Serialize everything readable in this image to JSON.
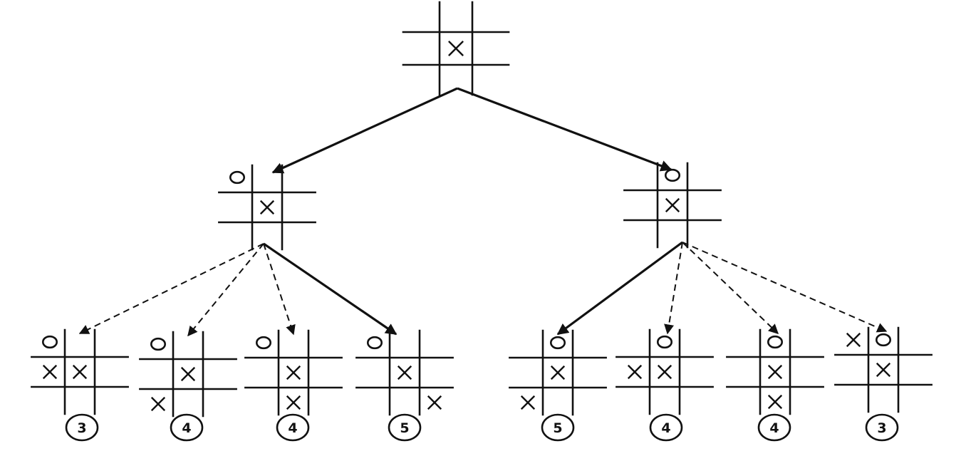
{
  "tree": {
    "root": {
      "board": [
        "",
        "",
        "",
        "",
        "X",
        "",
        "",
        "",
        ""
      ],
      "children": [
        {
          "board": [
            "O",
            "",
            "",
            "",
            "X",
            "",
            "",
            "",
            ""
          ],
          "children": [
            {
              "board": [
                "O",
                "",
                "",
                "X",
                "X",
                "",
                "",
                "",
                ""
              ],
              "score": "3",
              "edge": "dashed"
            },
            {
              "board": [
                "O",
                "",
                "",
                "",
                "X",
                "",
                "X",
                "",
                ""
              ],
              "score": "4",
              "edge": "dashed"
            },
            {
              "board": [
                "O",
                "",
                "",
                "",
                "X",
                "",
                "",
                "X",
                ""
              ],
              "score": "4",
              "edge": "dashed"
            },
            {
              "board": [
                "O",
                "",
                "",
                "",
                "X",
                "",
                "",
                "",
                "X"
              ],
              "score": "5",
              "edge": "solid"
            }
          ],
          "edge": "solid"
        },
        {
          "board": [
            "",
            "O",
            "",
            "",
            "X",
            "",
            "",
            "",
            ""
          ],
          "children": [
            {
              "board": [
                "",
                "O",
                "",
                "",
                "X",
                "",
                "X",
                "",
                ""
              ],
              "score": "5",
              "edge": "solid"
            },
            {
              "board": [
                "",
                "O",
                "",
                "X",
                "X",
                "",
                "",
                "",
                ""
              ],
              "score": "4",
              "edge": "dashed"
            },
            {
              "board": [
                "",
                "O",
                "",
                "",
                "X",
                "",
                "",
                "X",
                ""
              ],
              "score": "4",
              "edge": "dashed"
            },
            {
              "board": [
                "X",
                "O",
                "",
                "",
                "X",
                "",
                "",
                "",
                ""
              ],
              "score": "3",
              "edge": "dashed"
            }
          ],
          "edge": "solid"
        }
      ]
    }
  }
}
